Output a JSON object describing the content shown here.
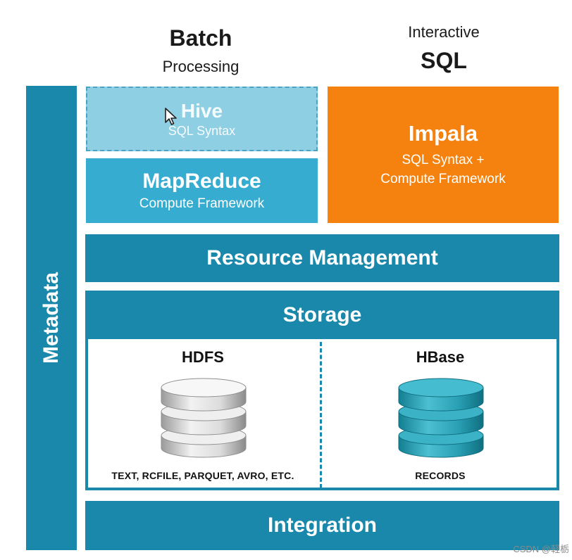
{
  "headers": {
    "batch": {
      "title": "Batch",
      "subtitle": "Processing"
    },
    "interactive": {
      "subtitle": "Interactive",
      "title": "SQL"
    }
  },
  "metadata": {
    "label": "Metadata"
  },
  "hive": {
    "title": "Hive",
    "subtitle": "SQL Syntax"
  },
  "mapreduce": {
    "title": "MapReduce",
    "subtitle": "Compute Framework"
  },
  "impala": {
    "title": "Impala",
    "subtitle_line1": "SQL Syntax +",
    "subtitle_line2": "Compute Framework"
  },
  "resource_management": {
    "label": "Resource Management"
  },
  "storage": {
    "label": "Storage",
    "hdfs": {
      "title": "HDFS",
      "formats": "TEXT, RCFILE, PARQUET, AVRO, ETC."
    },
    "hbase": {
      "title": "HBase",
      "formats": "RECORDS"
    }
  },
  "integration": {
    "label": "Integration"
  },
  "watermark": "CSDN @軽栃",
  "colors": {
    "primary": "#1a88ab",
    "mapreduce": "#35acd0",
    "hive": "#8ecfe4",
    "impala": "#f5820f",
    "hdfs_db": "#d9d9d9",
    "hbase_db": "#2aa0b5"
  },
  "icons": {
    "hdfs": "database-icon",
    "hbase": "database-icon",
    "cursor": "mouse-pointer-icon"
  }
}
